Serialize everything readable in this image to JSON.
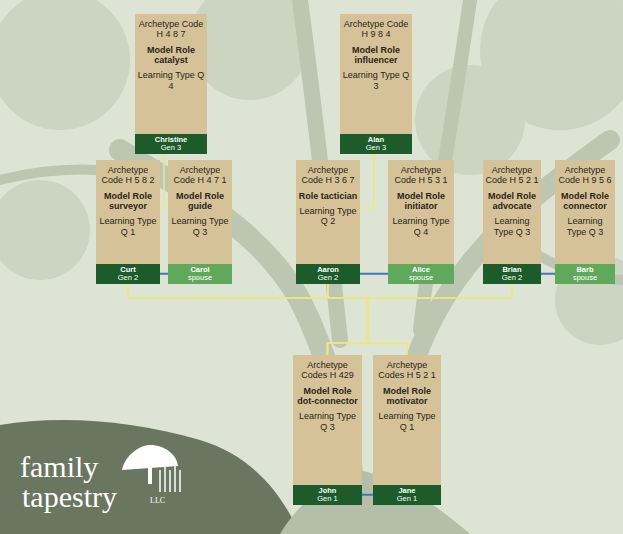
{
  "diagram": {
    "nodes": [
      {
        "text": [
          "Archetype Code H 4 8 7",
          "Model Role catalyst",
          "Learning Type Q 4"
        ]
      },
      {
        "text": [
          "Christine",
          "Gen 3"
        ],
        "in": 0
      },
      {
        "text": [
          "Archetype Code H 9 8 4",
          "Model Role influencer",
          "Learning Type Q 3"
        ]
      },
      {
        "text": [
          "Alan",
          "Gen 3"
        ],
        "in": 2
      },
      {
        "text": [
          "Archetype Code H 5 8 2",
          "Model Role surveyor",
          "Learning Type Q 1"
        ]
      },
      {
        "text": [
          "Curt",
          "Gen 2"
        ],
        "in": 4
      },
      {
        "text": [
          "Archetype Code H 4 7 1",
          "Model Role guide",
          "Learning Type Q 3"
        ]
      },
      {
        "text": [
          "Carol",
          "spouse"
        ],
        "in": 6
      },
      {
        "text": [
          "Archetype Code H 3 6 7",
          "Role tactician",
          "Learning Type Q 2"
        ]
      },
      {
        "text": [
          "Aaron",
          "Gen 2"
        ],
        "in": 8
      },
      {
        "text": [
          "Archetype Code H 5 3 1",
          "Model Role initiator",
          "Learning Type Q 4"
        ]
      },
      {
        "text": [
          "Alice",
          "spouse"
        ],
        "in": 10
      },
      {
        "text": [
          "Archetype Code H 5 2 1",
          "Model Role advocate",
          "Learning Type Q 3"
        ]
      },
      {
        "text": [
          "Brian",
          "Gen 2"
        ],
        "in": 12
      },
      {
        "text": [
          "Archetype Code H 9 5 6",
          "Model Role connector",
          "Learning Type Q 3"
        ]
      },
      {
        "text": [
          "Barb",
          "spouse"
        ],
        "in": 14
      },
      {
        "text": [
          "Archetype Codes H 429",
          "Model Role dot-connector",
          "Learning Type Q 3"
        ]
      },
      {
        "text": [
          "John",
          "Gen 1"
        ],
        "in": 16
      },
      {
        "text": [
          "Archetype Codes H 5 2 1",
          "Model Role motivator",
          "Learning Type Q 1"
        ]
      },
      {
        "text": [
          "Jane",
          "Gen 1"
        ],
        "in": 18
      }
    ],
    "edges": [
      {
        "from": 0,
        "to": 4,
        "arrow": "none"
      },
      {
        "from": 2,
        "to": 8,
        "arrow": "none"
      },
      {
        "from": 5,
        "to": 7,
        "arrow": "none"
      },
      {
        "from": 9,
        "to": 11,
        "arrow": "none"
      },
      {
        "from": 13,
        "to": 15,
        "arrow": "none"
      },
      {
        "from": 17,
        "to": 19,
        "arrow": "none"
      },
      {
        "from": 16,
        "to": 4,
        "arrow": "none"
      },
      {
        "from": 16,
        "to": 8,
        "arrow": "none"
      },
      {
        "from": 16,
        "to": 12,
        "arrow": "none"
      },
      {
        "from": 18,
        "to": 4,
        "arrow": "none"
      },
      {
        "from": 18,
        "to": 8,
        "arrow": "none"
      },
      {
        "from": 18,
        "to": 12,
        "arrow": "none"
      }
    ],
    "labels": [
      "family",
      "tapestry",
      "LLC"
    ]
  }
}
